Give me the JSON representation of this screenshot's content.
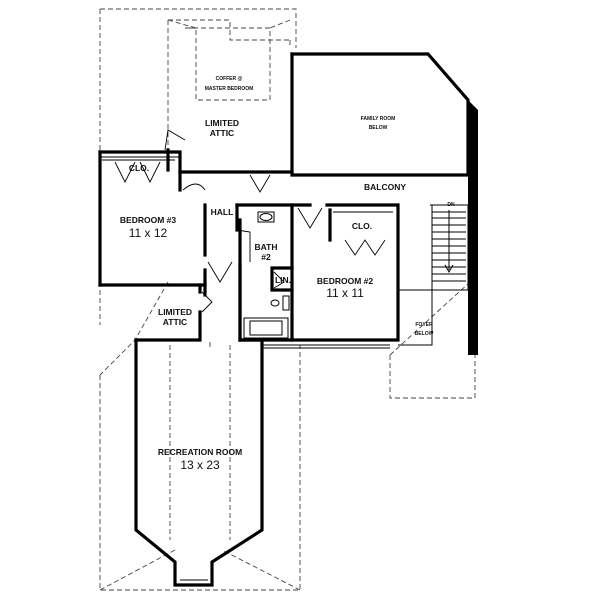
{
  "rooms": {
    "coffer": {
      "line1": "COFFER @",
      "line2": "MASTER BEDROOM"
    },
    "attic_top": {
      "line1": "LIMITED",
      "line2": "ATTIC"
    },
    "family": {
      "line1": "FAMILY ROOM",
      "line2": "BELOW"
    },
    "clo1": "CLO.",
    "balcony": "BALCONY",
    "bedroom3": {
      "name": "BEDROOM #3",
      "size": "11 x 12"
    },
    "hall": "HALL",
    "dn": "DN",
    "bath": {
      "line1": "BATH",
      "line2": "#2"
    },
    "clo2": "CLO.",
    "lin": "LIN.",
    "bedroom2": {
      "name": "BEDROOM #2",
      "size": "11 x 11"
    },
    "foyer": {
      "line1": "FOYER",
      "line2": "BELOW"
    },
    "attic_mid": {
      "line1": "LIMITED",
      "line2": "ATTIC"
    },
    "recreation": {
      "name": "RECREATION ROOM",
      "size": "13 x 23"
    }
  }
}
